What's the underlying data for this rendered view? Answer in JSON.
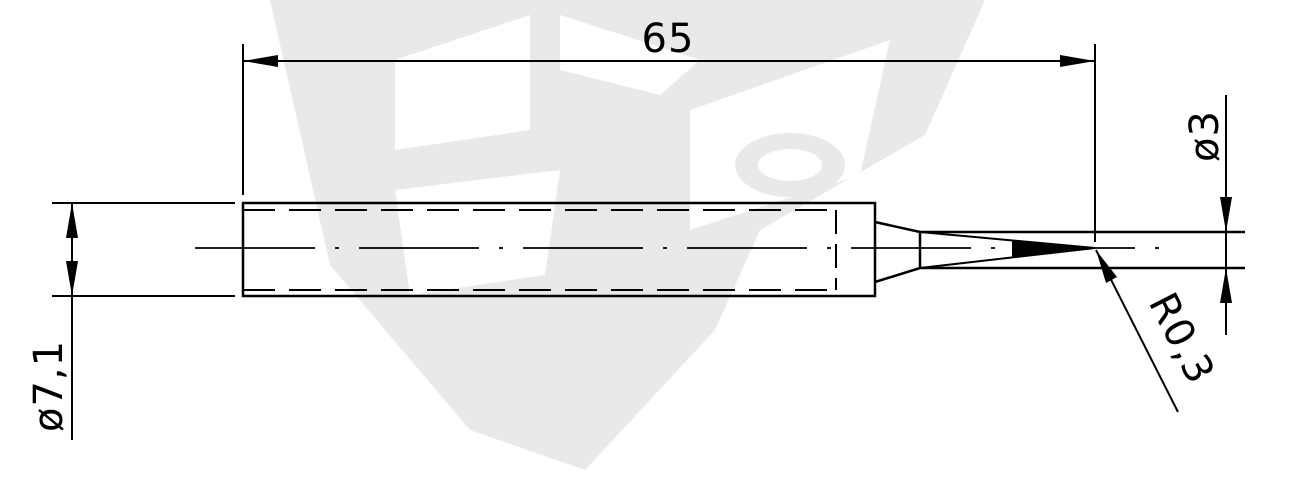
{
  "dimensions": {
    "length": "65",
    "shank_diameter": "ø7,1",
    "tip_diameter": "ø3",
    "tip_radius": "R0,3"
  },
  "colors": {
    "line": "#000000",
    "watermark": "#e9e9e9",
    "background": "#ffffff"
  }
}
